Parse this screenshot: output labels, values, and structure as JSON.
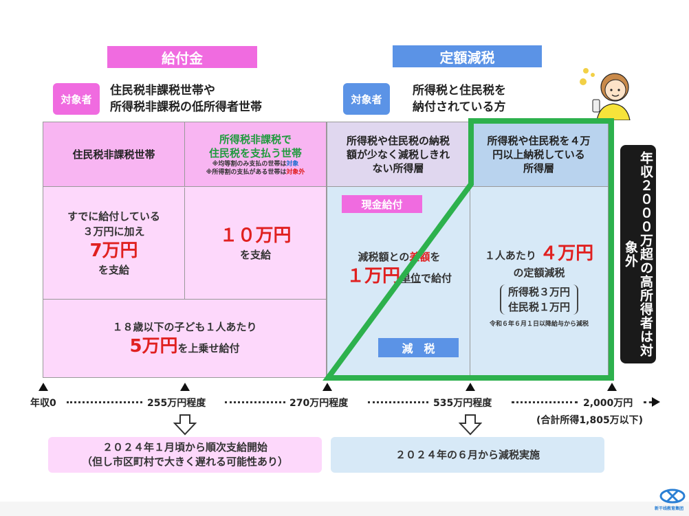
{
  "left": {
    "header": "給付金",
    "badge": "対象者",
    "target_line1": "住民税非課税世帯や",
    "target_line2": "所得税非課税の低所得者世帯",
    "col1_header": "住民税非課税世帯",
    "col2_header_line1": "所得税非課税で",
    "col2_header_line2": "住民税を支払う世帯",
    "col2_note1_prefix": "※均等割のみ支払の世帯は",
    "col2_note1_em": "対象",
    "col2_note2_prefix": "※所得割の支払がある世帯は",
    "col2_note2_em": "対象外",
    "col1_body_line1": "すでに給付している",
    "col1_body_line2": "３万円に加え",
    "col1_body_amount": "7万円",
    "col1_body_line3": "を支給",
    "col2_body_amount": "１０万円",
    "col2_body_line2": "を支給",
    "child_line1": "１８歳以下の子ども１人あたり",
    "child_amount": "5万円",
    "child_suffix": "を上乗せ給付"
  },
  "right": {
    "header": "定額減税",
    "badge": "対象者",
    "target_line1": "所得税と住民税を",
    "target_line2": "納付されている方",
    "col3_header_line1": "所得税や住民税の納税",
    "col3_header_line2": "額が少なく減税しきれ",
    "col3_header_line3": "ない所得層",
    "col4_header_line1": "所得税や住民税を４万",
    "col4_header_line2": "円以上納税している",
    "col4_header_line3": "所得層",
    "cash_label": "現金給付",
    "col3_body_line1_a": "減税額との",
    "col3_body_line1_em": "差額",
    "col3_body_line1_b": "を",
    "col3_body_amount": "１万円",
    "col3_body_unit": "単位",
    "col3_body_suffix": "で給付",
    "genzei_label": "減　税",
    "col4_body_prefix": "１人あたり",
    "col4_body_amount": "４万円",
    "col4_body_line2": "の定額減税",
    "col4_detail1": "所得税３万円",
    "col4_detail2": "住民税１万円",
    "col4_note": "令和６年６月１日以降給与から減税"
  },
  "side_label": "年収２０００万超の高所得者は対象外",
  "axis": {
    "label0": "年収0",
    "label1": "255万円程度",
    "label2": "270万円程度",
    "label3": "535万円程度",
    "label4": "2,000万円",
    "sub4": "(合計所得1,805万以下)"
  },
  "bottom": {
    "left_line1": "２０２４年１月頃から順次支給開始",
    "left_line2": "（但し市区町村で大きく遅れる可能性あり）",
    "right_line1": "２０２４年の６月から減税実施"
  },
  "logo_text": "新干线教育集团",
  "colors": {
    "pink_header": "#f06be0",
    "pink_light": "#fdd8fb",
    "pink_cell": "#f8b5f2",
    "blue_header": "#5b93e6",
    "blue_light": "#d7e9f7",
    "blue_cell": "#b9d3ee",
    "lavender": "#e0d7ef",
    "green": "#2db14d",
    "red": "#e02020"
  }
}
